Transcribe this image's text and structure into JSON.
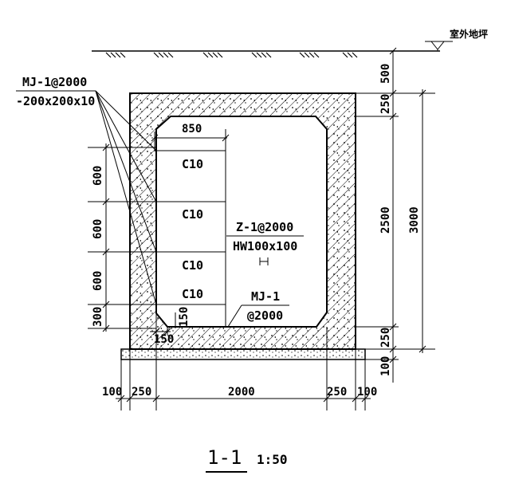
{
  "labels": {
    "ground_level": "室外地坪",
    "embed_top": "MJ-1@2000",
    "embed_plate": "-200x200x10",
    "top_width": "850",
    "channel": "C10",
    "column_mark": "Z-1@2000",
    "column_section": "HW100x100",
    "embed_bottom_mark": "MJ-1",
    "embed_bottom_spacing": "@2000",
    "small_150_a": "150",
    "small_150_b": "150"
  },
  "dims_left": [
    "600",
    "600",
    "600",
    "300"
  ],
  "dims_right_inner": [
    "500",
    "250",
    "2500",
    "250",
    "100"
  ],
  "dims_right_outer": "3000",
  "dims_bottom": [
    "100",
    "250",
    "2000",
    "250",
    "100"
  ],
  "section": {
    "number": "1-1",
    "scale": "1:50"
  }
}
